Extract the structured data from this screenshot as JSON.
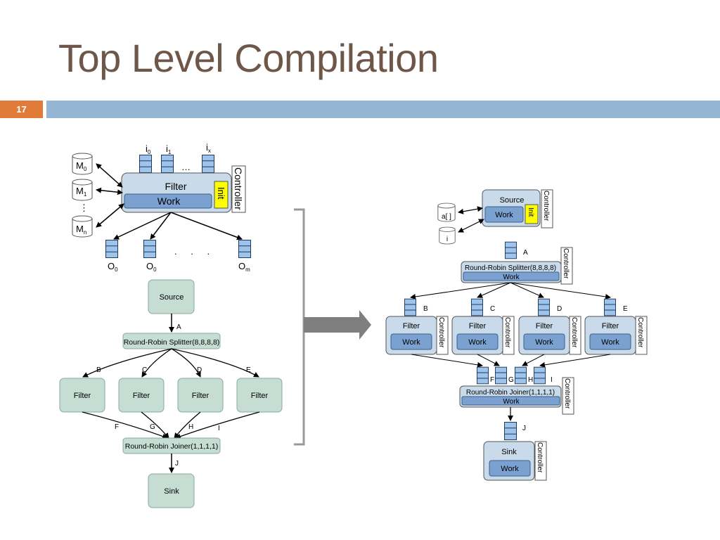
{
  "slide": {
    "title": "Top Level Compilation",
    "page_number": "17"
  },
  "colors": {
    "title": "#6e5748",
    "accent_bar": "#95b5d4",
    "page_badge": "#e07b3a",
    "filter_box": "#c9daea",
    "graph_node": "#c6ddd4",
    "init_box": "#ffff00",
    "queue": "#9fc4ec",
    "arrow": "#808080"
  },
  "filter_model": {
    "inputs": [
      {
        "base": "i",
        "sub": "0"
      },
      {
        "base": "i",
        "sub": "1"
      },
      {
        "base": "i",
        "sub": "x"
      }
    ],
    "input_ellipsis": "…",
    "memories": [
      {
        "base": "M",
        "sub": "0"
      },
      {
        "base": "M",
        "sub": "1"
      },
      {
        "base": "M",
        "sub": "n"
      }
    ],
    "memory_ellipsis": "⋮",
    "filter_label": "Filter",
    "work_label": "Work",
    "init_label": "Init",
    "controller_label": "Controller",
    "outputs": [
      {
        "base": "O",
        "sub": "0"
      },
      {
        "base": "O",
        "sub": "0"
      },
      {
        "base": "O",
        "sub": "m"
      }
    ],
    "output_ellipsis": ". . ."
  },
  "stream_graph": {
    "source": "Source",
    "splitter": "Round-Robin Splitter(8,8,8,8)",
    "filters": [
      "Filter",
      "Filter",
      "Filter",
      "Filter"
    ],
    "joiner": "Round-Robin Joiner(1,1,1,1)",
    "sink": "Sink",
    "edge_labels": {
      "a": "A",
      "b": "B",
      "c": "C",
      "d": "D",
      "e": "E",
      "f": "F",
      "g": "G",
      "h": "H",
      "i": "I",
      "j": "J"
    }
  },
  "compiled_graph": {
    "source": "Source",
    "source_state": [
      "a[ ]",
      "i"
    ],
    "splitter": "Round-Robin Splitter(8,8,8,8)",
    "joiner": "Round-Robin Joiner(1,1,1,1)",
    "filter": "Filter",
    "sink": "Sink",
    "work": "Work",
    "init": "Init",
    "controller": "Controller"
  }
}
